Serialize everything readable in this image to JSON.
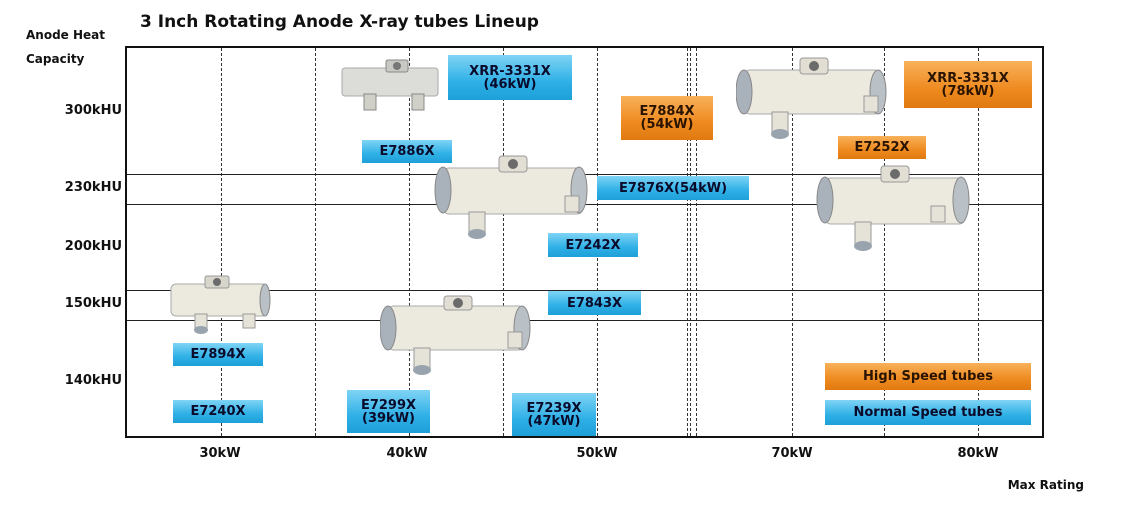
{
  "title": "3 Inch Rotating Anode X-ray tubes Lineup",
  "y_axis_label_line1": "Anode Heat",
  "y_axis_label_line2": "Capacity",
  "x_axis_label": "Max Rating",
  "y_ticks": [
    "300kHU",
    "230kHU",
    "200kHU",
    "150kHU",
    "140kHU"
  ],
  "x_ticks": [
    "30kW",
    "40kW",
    "50kW",
    "70kW",
    "80kW"
  ],
  "colors": {
    "normal": "#2fb0e6",
    "high": "#ee8a1f"
  },
  "labels": {
    "xrr3331x_46": {
      "line1": "XRR-3331X",
      "line2": "(46kW)",
      "speed": "normal"
    },
    "e7884x": {
      "line1": "E7884X",
      "line2": "(54kW)",
      "speed": "high"
    },
    "xrr3331x_78": {
      "line1": "XRR-3331X",
      "line2": "(78kW)",
      "speed": "high"
    },
    "e7886x": {
      "line1": "E7886X",
      "speed": "normal"
    },
    "e7252x": {
      "line1": "E7252X",
      "speed": "high"
    },
    "e7876x": {
      "line1": "E7876X(54kW)",
      "speed": "normal"
    },
    "e7242x": {
      "line1": "E7242X",
      "speed": "normal"
    },
    "e7843x": {
      "line1": "E7843X",
      "speed": "normal"
    },
    "e7894x": {
      "line1": "E7894X",
      "speed": "normal"
    },
    "e7240x": {
      "line1": "E7240X",
      "speed": "normal"
    },
    "e7299x": {
      "line1": "E7299X",
      "line2": "(39kW)",
      "speed": "normal"
    },
    "e7239x": {
      "line1": "E7239X",
      "line2": "(47kW)",
      "speed": "normal"
    }
  },
  "legend": {
    "high": "High Speed tubes",
    "normal": "Normal Speed tubes"
  }
}
